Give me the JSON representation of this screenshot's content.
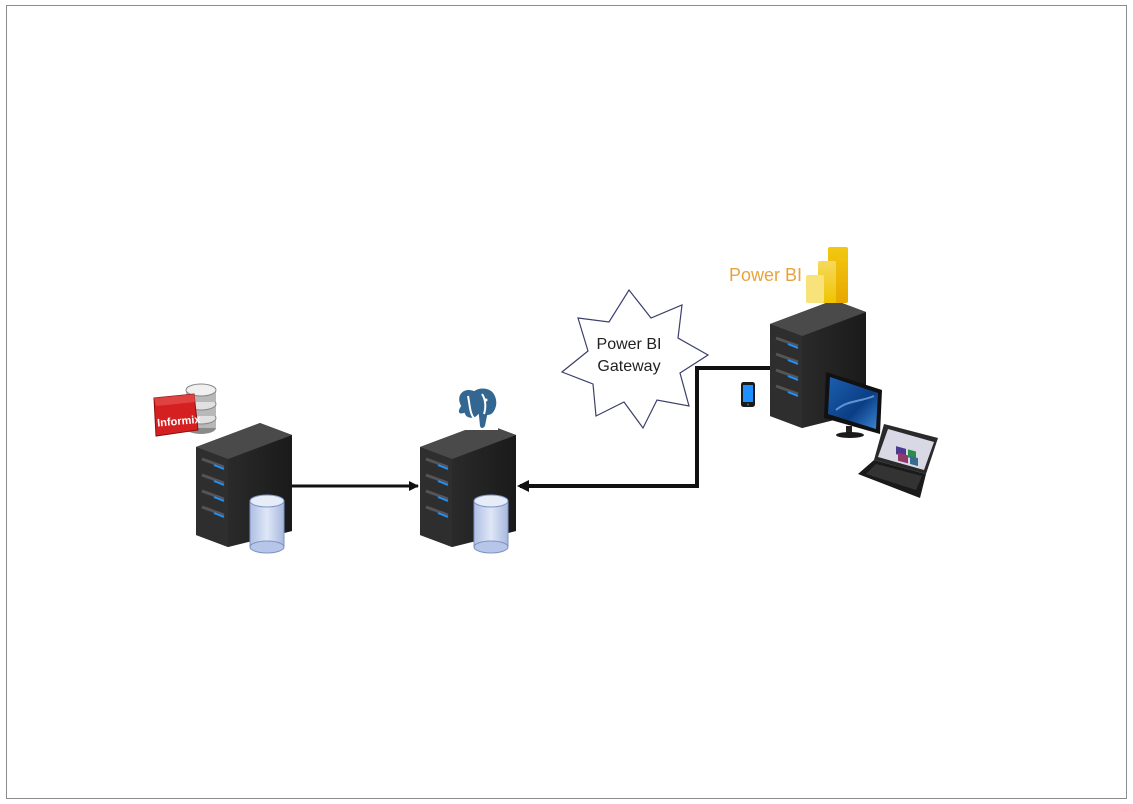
{
  "diagram": {
    "gateway_label_line1": "Power BI",
    "gateway_label_line2": "Gateway",
    "powerbi_label": "Power BI",
    "informix_logo_text": "Informix"
  },
  "colors": {
    "server_body": "#333333",
    "server_led": "#1e90ff",
    "db_cylinder": "#c9d6ef",
    "connector": "#111111",
    "powerbi_orange": "#e8a33d",
    "informix_red": "#d42020"
  }
}
